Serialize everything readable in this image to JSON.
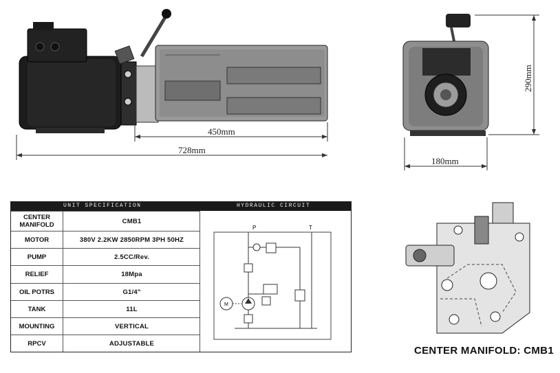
{
  "dimensions": {
    "length_motor_tank": "450mm",
    "length_total": "728mm",
    "width": "180mm",
    "height": "290mm"
  },
  "spec_table": {
    "title": "UNIT SPECIFICATION",
    "circuit_title": "HYDRAULIC CIRCUIT",
    "rows": [
      {
        "label": "CENTER MANIFOLD",
        "value": "CMB1"
      },
      {
        "label": "MOTOR",
        "value": "380V 2.2KW 2850RPM 3PH 50HZ"
      },
      {
        "label": "PUMP",
        "value": "2.5CC/Rev."
      },
      {
        "label": "RELIEF",
        "value": "18Mpa"
      },
      {
        "label": "OIL POTRS",
        "value": "G1/4\""
      },
      {
        "label": "TANK",
        "value": "11L"
      },
      {
        "label": "MOUNTING",
        "value": "VERTICAL"
      },
      {
        "label": "RPCV",
        "value": "ADJUSTABLE"
      }
    ]
  },
  "circuit": {
    "port_p": "P",
    "port_t": "T",
    "motor_symbol": "M"
  },
  "manifold_caption": "CENTER MANIFOLD: CMB1"
}
